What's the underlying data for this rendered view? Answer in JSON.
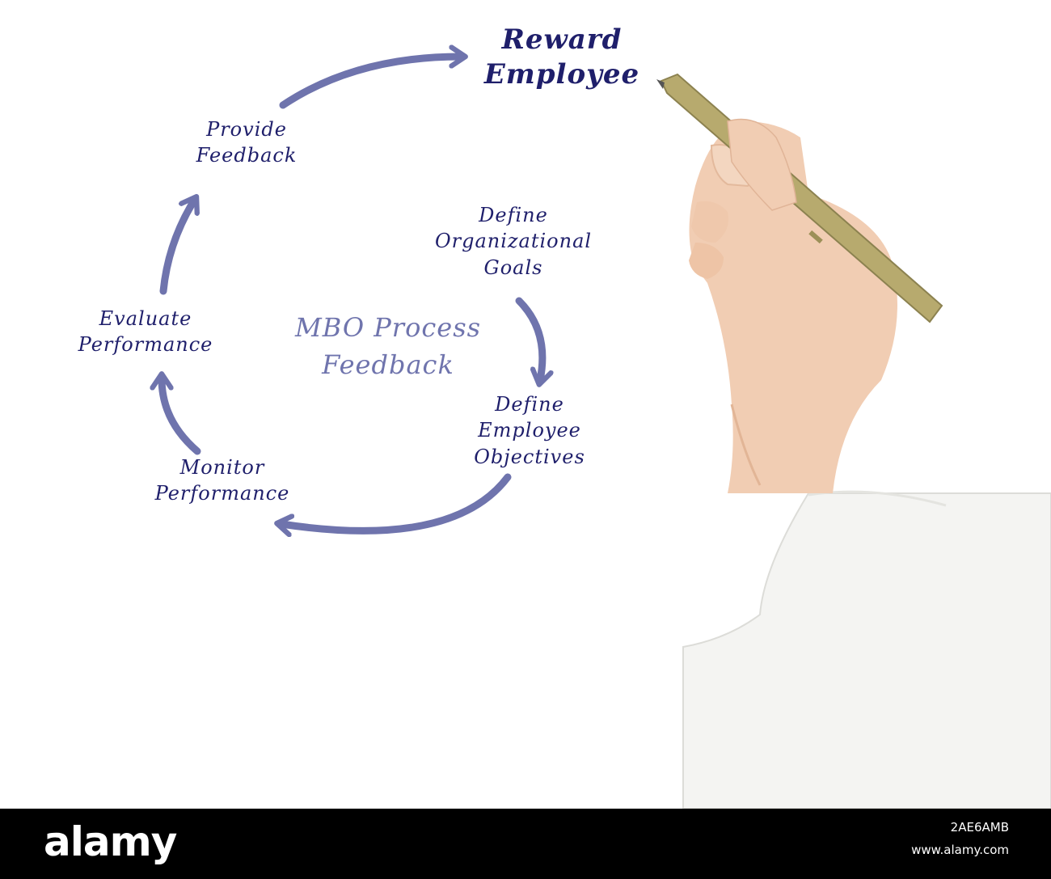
{
  "diagram": {
    "title_lines": [
      "MBO Process",
      "Feedback"
    ],
    "nodes": {
      "reward": [
        "Reward",
        "Employee"
      ],
      "provide_feedback": [
        "Provide",
        "Feedback"
      ],
      "define_goals": [
        "Define",
        "Organizational",
        "Goals"
      ],
      "evaluate": [
        "Evaluate",
        "Performance"
      ],
      "define_objectives": [
        "Define",
        "Employee",
        "Objectives"
      ],
      "monitor": [
        "Monitor",
        "Performance"
      ]
    }
  },
  "colors": {
    "arrow": "#6f74ad",
    "text": "#1f1f6b",
    "title": "#6f74ad",
    "footer_bg": "#000000"
  },
  "footer": {
    "logo": "alamy",
    "image_id": "2AE6AMB",
    "site": "www.alamy.com"
  }
}
